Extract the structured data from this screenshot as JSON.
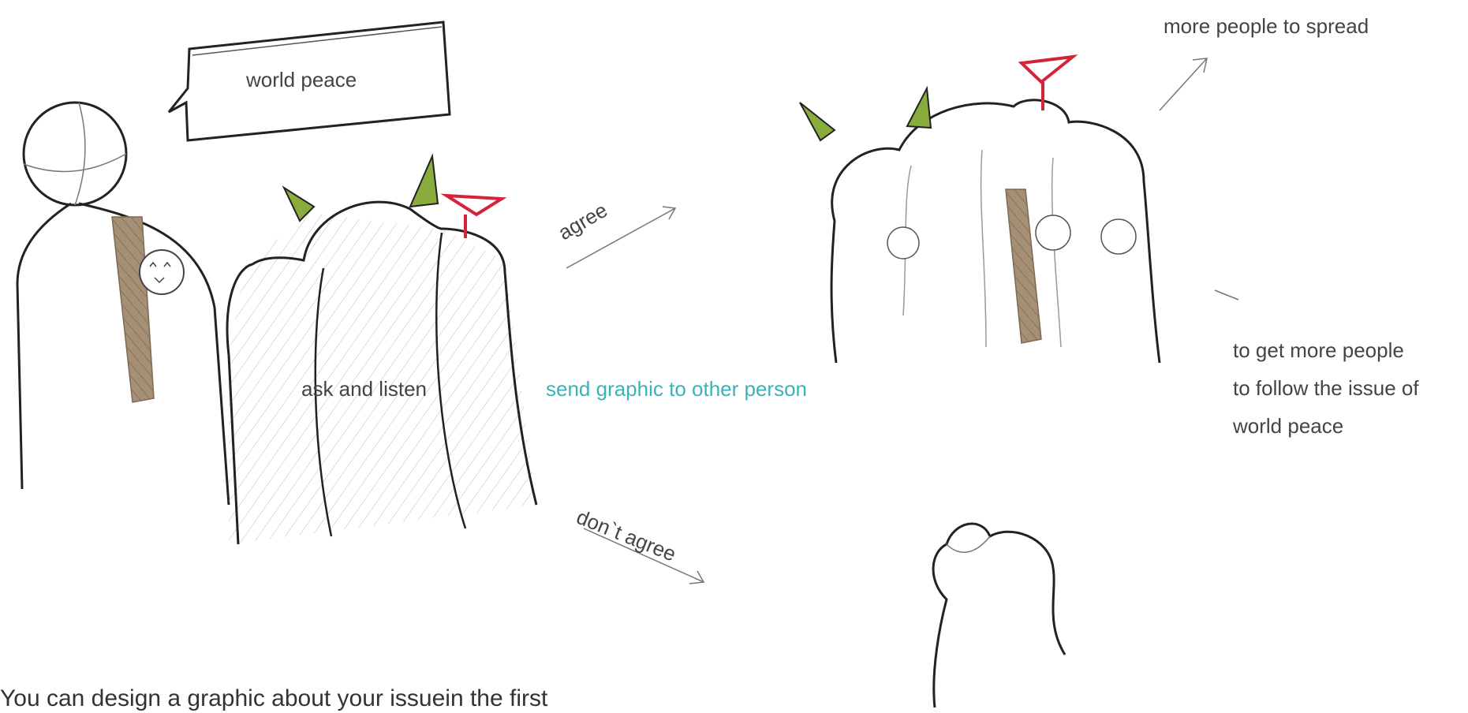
{
  "labels": {
    "speech": "world peace",
    "ask": "ask and listen",
    "send": "send graphic to other person",
    "agree": "agree",
    "disagree": "don`t agree",
    "more": "more people to spread",
    "follow_lines": [
      "to get more people",
      "to follow the issue of",
      "world peace"
    ],
    "bottom": "You can design a graphic about your issuein the first"
  },
  "colors": {
    "tie": "#a58f75",
    "horn": "#88ad3c",
    "antenna": "#d4243a",
    "accent_text": "#39b3ba",
    "ink": "#222222"
  }
}
